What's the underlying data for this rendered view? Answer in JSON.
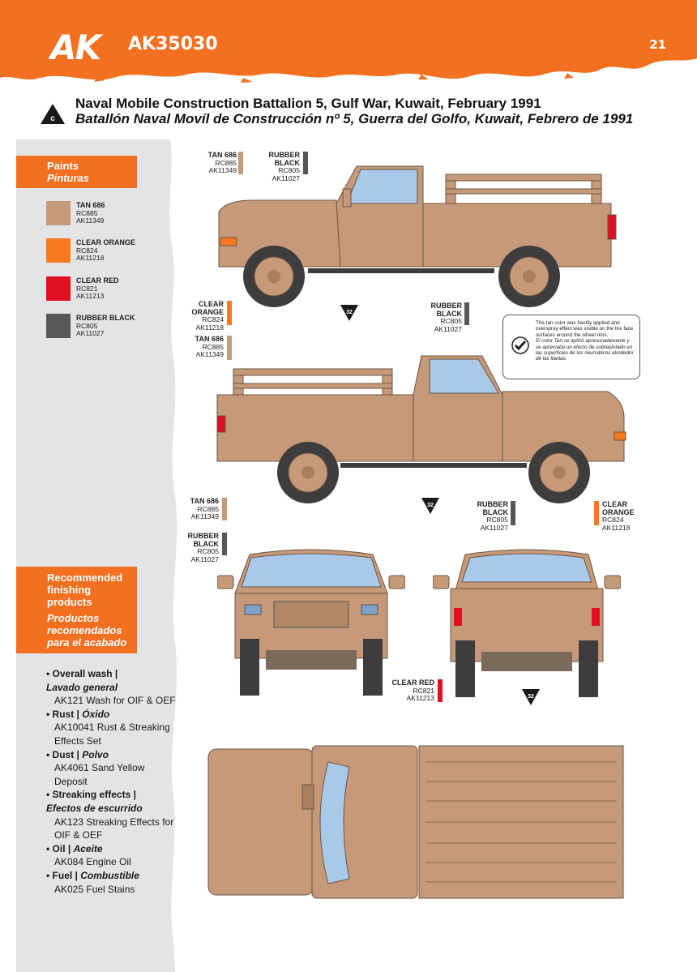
{
  "header": {
    "logo": "AK",
    "product_code": "AK35030",
    "page_number": "21"
  },
  "scheme": {
    "letter": "c",
    "title_en": "Naval Mobile Construction Battalion 5, Gulf War, Kuwait, February 1991",
    "title_es": "Batallón Naval Movíl de Construcción nº 5, Guerra del Golfo, Kuwait, Febrero de 1991"
  },
  "paints_panel": {
    "title_en": "Paints",
    "title_es": "Pinturas"
  },
  "paints": [
    {
      "name": "TAN 686",
      "code1": "RC885",
      "code2": "AK11349",
      "color": "#c69a79"
    },
    {
      "name": "CLEAR ORANGE",
      "code1": "RC824",
      "code2": "AK11218",
      "color": "#f7781e"
    },
    {
      "name": "CLEAR RED",
      "code1": "RC821",
      "code2": "AK11213",
      "color": "#e10f24"
    },
    {
      "name": "RUBBER BLACK",
      "code1": "RC805",
      "code2": "AK11027",
      "color": "#555758"
    }
  ],
  "finishing_panel": {
    "title_en_1": "Recommended",
    "title_en_2": "finishing",
    "title_en_3": "products",
    "title_es_1": "Productos",
    "title_es_2": "recomendados",
    "title_es_3": "para el acabado"
  },
  "finishing": [
    {
      "en": "• Overall wash |",
      "es": "Lavado general",
      "items": [
        "AK121 Wash for OIF & OEF"
      ]
    },
    {
      "en": "• Rust | ",
      "es": "Óxido",
      "items": [
        "AK10041 Rust & Streaking",
        "Effects Set"
      ]
    },
    {
      "en": "• Dust | ",
      "es": "Polvo",
      "items": [
        "AK4061 Sand Yellow Deposit"
      ]
    },
    {
      "en": "• Streaking effects |",
      "es": "Efectos de escurrido",
      "items": [
        "AK123 Streaking Effects for",
        "OIF & OEF"
      ]
    },
    {
      "en": "• Oil | ",
      "es": "Aceite",
      "items": [
        "AK084 Engine Oil"
      ]
    },
    {
      "en": "• Fuel | ",
      "es": "Combustible",
      "items": [
        "AK025 Fuel Stains"
      ]
    }
  ],
  "marker_number": "32",
  "note": {
    "en": "The tan color was hastily applied and overspray effect was visible on the tire face surfaces around the wheel rims.",
    "es": "El color Tan se aplicó apresuradamente y se apreciaba un efecto de sobrepintado en las superficies de los neumáticos alrededor de las llantas."
  },
  "colors": {
    "accent": "#f37021",
    "tan": "#c69a79",
    "tan_dark": "#a8805f",
    "glass": "#a8c9e8",
    "strip": "#e3e4e5"
  }
}
